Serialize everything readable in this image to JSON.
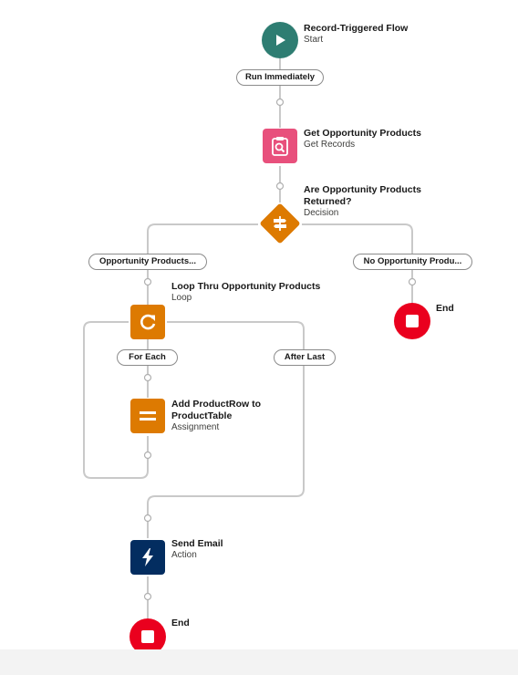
{
  "start": {
    "title": "Record-Triggered Flow",
    "subtitle": "Start",
    "color": "#2e7d72"
  },
  "run_immediately": {
    "label": "Run Immediately"
  },
  "get_records": {
    "title": "Get Opportunity Products",
    "subtitle": "Get Records",
    "color": "#e8507c",
    "icon": "search-record-icon"
  },
  "decision": {
    "title_line1": "Are Opportunity Products",
    "title_line2": "Returned?",
    "subtitle": "Decision",
    "color": "#dd7a01",
    "icon": "signpost-icon"
  },
  "branch_left": {
    "label": "Opportunity Products..."
  },
  "branch_right": {
    "label": "No Opportunity Produ..."
  },
  "end_right": {
    "title": "End",
    "color": "#ea001e"
  },
  "loop": {
    "title": "Loop Thru Opportunity Products",
    "subtitle": "Loop",
    "color": "#dd7a01",
    "icon": "loop-icon"
  },
  "for_each": {
    "label": "For Each"
  },
  "after_last": {
    "label": "After Last"
  },
  "assignment": {
    "title_line1": "Add ProductRow to",
    "title_line2": "ProductTable",
    "subtitle": "Assignment",
    "color": "#dd7a01",
    "icon": "assignment-icon"
  },
  "send_email": {
    "title": "Send Email",
    "subtitle": "Action",
    "color": "#032d60",
    "icon": "lightning-icon"
  },
  "end_bottom": {
    "title": "End",
    "color": "#ea001e"
  },
  "connector_color": "#c9c9c9"
}
